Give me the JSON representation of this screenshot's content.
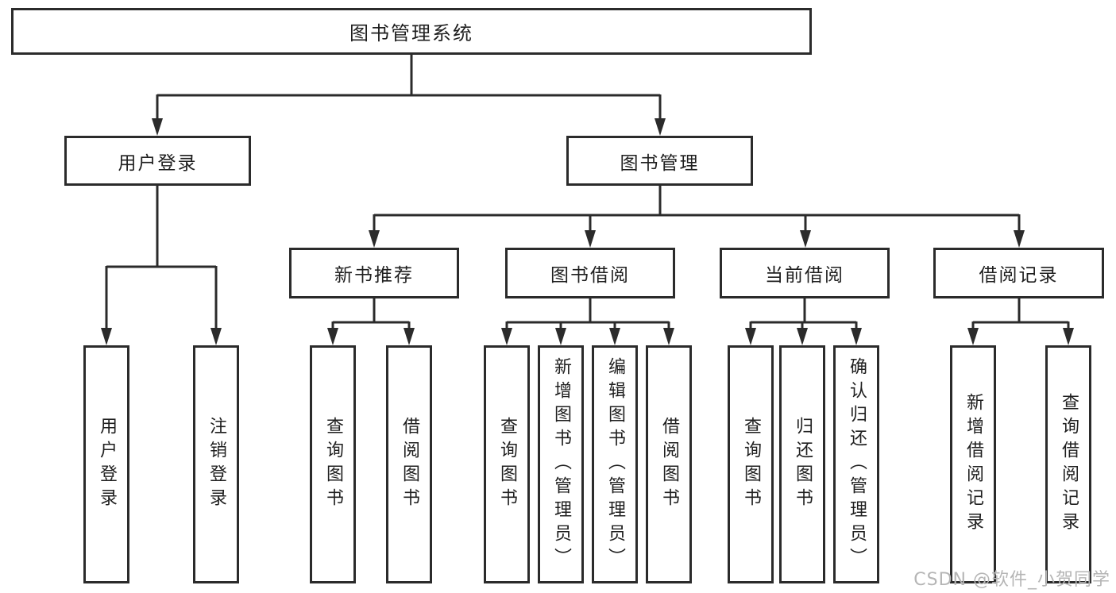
{
  "colors": {
    "background": "#ffffff",
    "line": "#2b2b2b",
    "box_border": "#2b2b2b",
    "text": "#1f1f1f",
    "watermark": "#b5b5b5"
  },
  "nodes": {
    "root": {
      "label": "图书管理系统"
    },
    "user_login": {
      "label": "用户登录"
    },
    "book_mgmt": {
      "label": "图书管理"
    },
    "new_book_rec": {
      "label": "新书推荐"
    },
    "book_borrow": {
      "label": "图书借阅"
    },
    "current_borrow": {
      "label": "当前借阅"
    },
    "borrow_records": {
      "label": "借阅记录"
    },
    "leaf_user_login": {
      "label": "用户登录"
    },
    "leaf_logout": {
      "label": "注销登录"
    },
    "leaf_query_book_1": {
      "label": "查询图书"
    },
    "leaf_borrow_book_1": {
      "label": "借阅图书"
    },
    "leaf_query_book_2": {
      "label": "查询图书"
    },
    "leaf_add_book": {
      "label": "新增图书（管理员）"
    },
    "leaf_edit_book": {
      "label": "编辑图书（管理员）"
    },
    "leaf_borrow_book_2": {
      "label": "借阅图书"
    },
    "leaf_query_book_3": {
      "label": "查询图书"
    },
    "leaf_return_book": {
      "label": "归还图书"
    },
    "leaf_confirm_return": {
      "label": "确认归还（管理员）"
    },
    "leaf_add_borrow_record": {
      "label": "新增借阅记录"
    },
    "leaf_query_borrow_record": {
      "label": "查询借阅记录"
    }
  },
  "hierarchy": {
    "图书管理系统": {
      "用户登录": [
        "用户登录",
        "注销登录"
      ],
      "图书管理": {
        "新书推荐": [
          "查询图书",
          "借阅图书"
        ],
        "图书借阅": [
          "查询图书",
          "新增图书（管理员）",
          "编辑图书（管理员）",
          "借阅图书"
        ],
        "当前借阅": [
          "查询图书",
          "归还图书",
          "确认归还（管理员）"
        ],
        "借阅记录": [
          "新增借阅记录",
          "查询借阅记录"
        ]
      }
    }
  },
  "watermark": {
    "text": "CSDN @软件_小贺同学"
  }
}
